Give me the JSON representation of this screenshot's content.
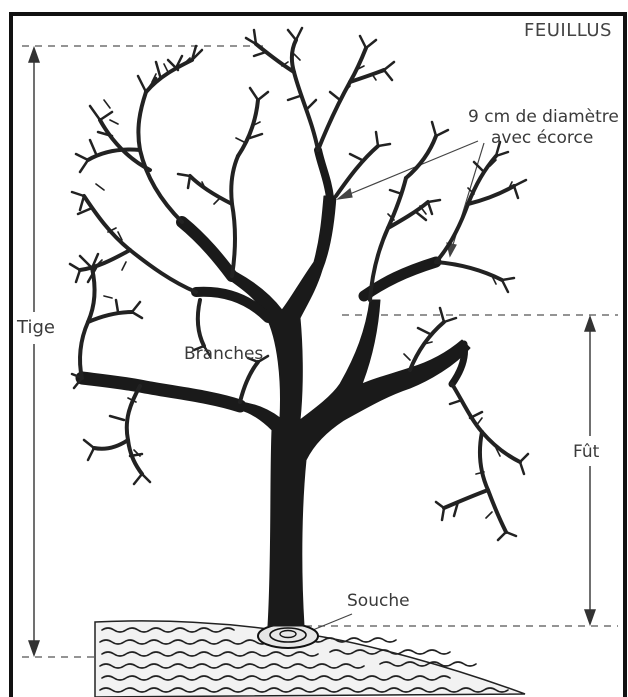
{
  "labels": {
    "category": "FEUILLUS",
    "diameter_line1": "9 cm de diamètre",
    "diameter_line2": "avec écorce",
    "stem": "Tige",
    "branches": "Branches",
    "trunk": "Fût",
    "stump": "Souche"
  },
  "colors": {
    "ink": "#1a1a1a",
    "line": "#555555",
    "paper": "#ffffff"
  }
}
